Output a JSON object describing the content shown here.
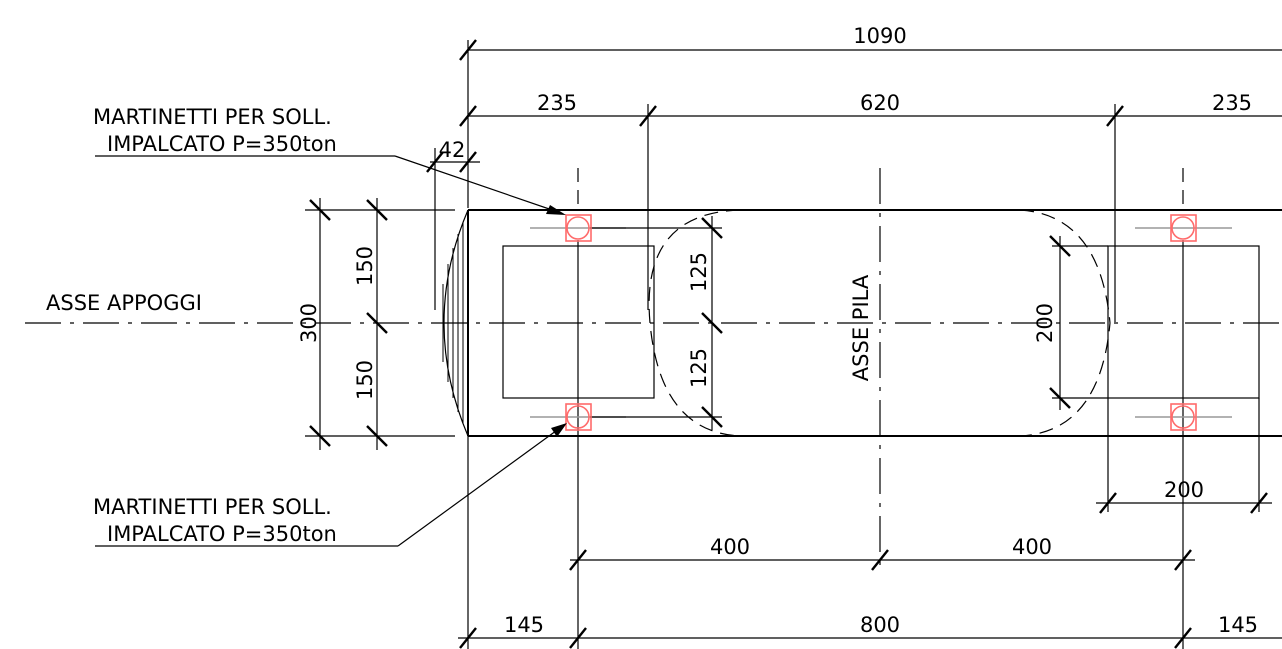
{
  "colors": {
    "background": "#ffffff",
    "line": "#000000",
    "jack": "#ff6b6b",
    "support_line": "#999999"
  },
  "labels": {
    "jacks_top_line1": "MARTINETTI PER SOLL.",
    "jacks_top_line2": "IMPALCATO P=350ton",
    "jacks_bottom_line1": "MARTINETTI PER SOLL.",
    "jacks_bottom_line2": "IMPALCATO P=350ton",
    "bearing_axis": "ASSE APPOGGI",
    "pier_axis": "ASSE PILA"
  },
  "dimensions": {
    "total_length": "1090",
    "left_cantilever": "235",
    "middle_span": "620",
    "right_cantilever": "235",
    "end_offset": "42",
    "width_total": "300",
    "half_width_top": "150",
    "half_width_bottom": "150",
    "jack_offset_top": "125",
    "jack_offset_bottom": "125",
    "bearing_depth": "200",
    "bearing_width": "200",
    "axis_to_pier_left": "400",
    "axis_to_pier_right": "400",
    "bottom_left": "145",
    "bottom_middle": "800",
    "bottom_right": "145"
  }
}
